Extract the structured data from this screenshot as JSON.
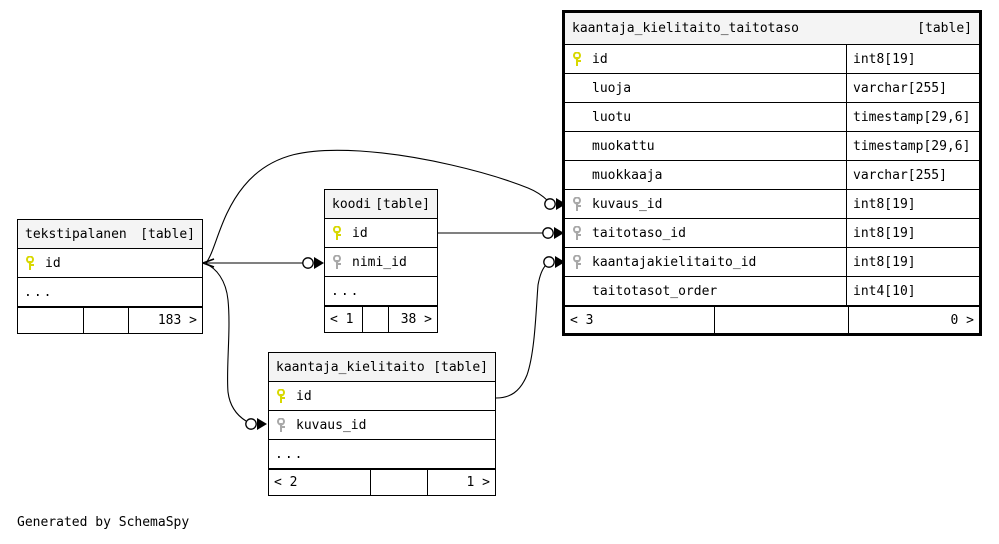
{
  "diagram": {
    "caption": "Generated by SchemaSpy",
    "table_tag": "[table]",
    "ellipsis": "...",
    "colors": {
      "primary_key": "#d8d800",
      "foreign_key": "#a8a8a8",
      "header_bg": "#f4f4f4",
      "border": "#000000",
      "background": "#ffffff",
      "edge": "#000000"
    }
  },
  "tables": {
    "tekstipalanen": {
      "name": "tekstipalanen",
      "tag": "[table]",
      "columns": [
        {
          "key": "primary",
          "name": "id",
          "type": ""
        }
      ],
      "has_ellipsis": true,
      "ellipsis": "...",
      "footer": {
        "left": "",
        "middle": "",
        "right": "183 >"
      }
    },
    "koodi": {
      "name": "koodi",
      "tag": "[table]",
      "columns": [
        {
          "key": "primary",
          "name": "id",
          "type": ""
        },
        {
          "key": "foreign",
          "name": "nimi_id",
          "type": ""
        }
      ],
      "has_ellipsis": true,
      "ellipsis": "...",
      "footer": {
        "left": "< 1",
        "middle": "",
        "right": "38 >"
      }
    },
    "kaantaja_kielitaito": {
      "name": "kaantaja_kielitaito",
      "tag": "[table]",
      "columns": [
        {
          "key": "primary",
          "name": "id",
          "type": ""
        },
        {
          "key": "foreign",
          "name": "kuvaus_id",
          "type": ""
        }
      ],
      "has_ellipsis": true,
      "ellipsis": "...",
      "footer": {
        "left": "< 2",
        "middle": "",
        "right": "1 >"
      }
    },
    "kaantaja_kielitaito_taitotaso": {
      "name": "kaantaja_kielitaito_taitotaso",
      "tag": "[table]",
      "columns": [
        {
          "key": "primary",
          "name": "id",
          "type": "int8[19]"
        },
        {
          "key": "none",
          "name": "luoja",
          "type": "varchar[255]"
        },
        {
          "key": "none",
          "name": "luotu",
          "type": "timestamp[29,6]"
        },
        {
          "key": "none",
          "name": "muokattu",
          "type": "timestamp[29,6]"
        },
        {
          "key": "none",
          "name": "muokkaaja",
          "type": "varchar[255]"
        },
        {
          "key": "foreign",
          "name": "kuvaus_id",
          "type": "int8[19]"
        },
        {
          "key": "foreign",
          "name": "taitotaso_id",
          "type": "int8[19]"
        },
        {
          "key": "foreign",
          "name": "kaantajakielitaito_id",
          "type": "int8[19]"
        },
        {
          "key": "none",
          "name": "taitotasot_order",
          "type": "int4[10]"
        }
      ],
      "has_ellipsis": false,
      "footer": {
        "left": "< 3",
        "middle": "",
        "right": "0 >"
      }
    }
  },
  "relationships": [
    {
      "from": "tekstipalanen.id",
      "to": "kaantaja_kielitaito_taitotaso.kuvaus_id"
    },
    {
      "from": "tekstipalanen.id",
      "to": "koodi.nimi_id"
    },
    {
      "from": "tekstipalanen.id",
      "to": "kaantaja_kielitaito.kuvaus_id"
    },
    {
      "from": "koodi.id",
      "to": "kaantaja_kielitaito_taitotaso.taitotaso_id"
    },
    {
      "from": "kaantaja_kielitaito.id",
      "to": "kaantaja_kielitaito_taitotaso.kaantajakielitaito_id"
    }
  ]
}
